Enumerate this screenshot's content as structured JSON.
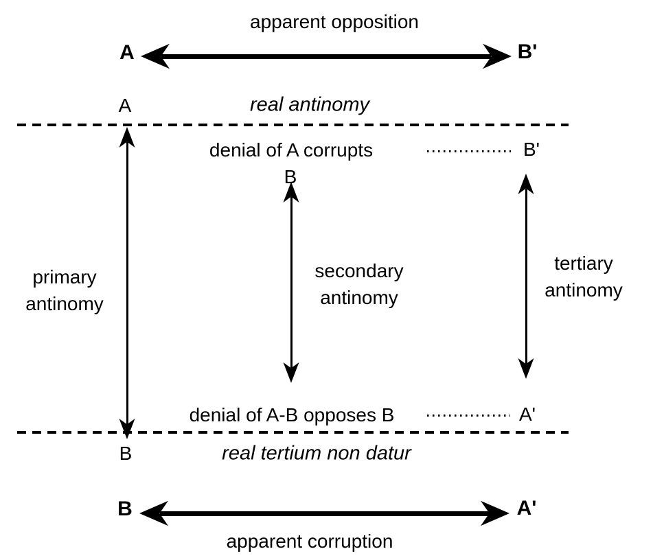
{
  "colors": {
    "ink": "#000000",
    "background": "#ffffff"
  },
  "top_group": {
    "caption": "apparent opposition",
    "left_term": "A",
    "right_term": "B'"
  },
  "real_antinomy_row": {
    "term": "A",
    "caption": "real antinomy"
  },
  "middle": {
    "denial_top": {
      "line1": "denial of A corrupts",
      "line2": "B",
      "term": "B'"
    },
    "denial_bottom": {
      "text": "denial of A-B opposes B",
      "term": "A'"
    },
    "axis_labels": {
      "primary": {
        "line1": "primary",
        "line2": "antinomy"
      },
      "secondary": {
        "line1": "secondary",
        "line2": "antinomy"
      },
      "tertiary": {
        "line1": "tertiary",
        "line2": "antinomy"
      }
    }
  },
  "tertium_row": {
    "term": "B",
    "caption": "real tertium non datur"
  },
  "bottom_group": {
    "caption": "apparent corruption",
    "left_term": "B",
    "right_term": "A'"
  }
}
